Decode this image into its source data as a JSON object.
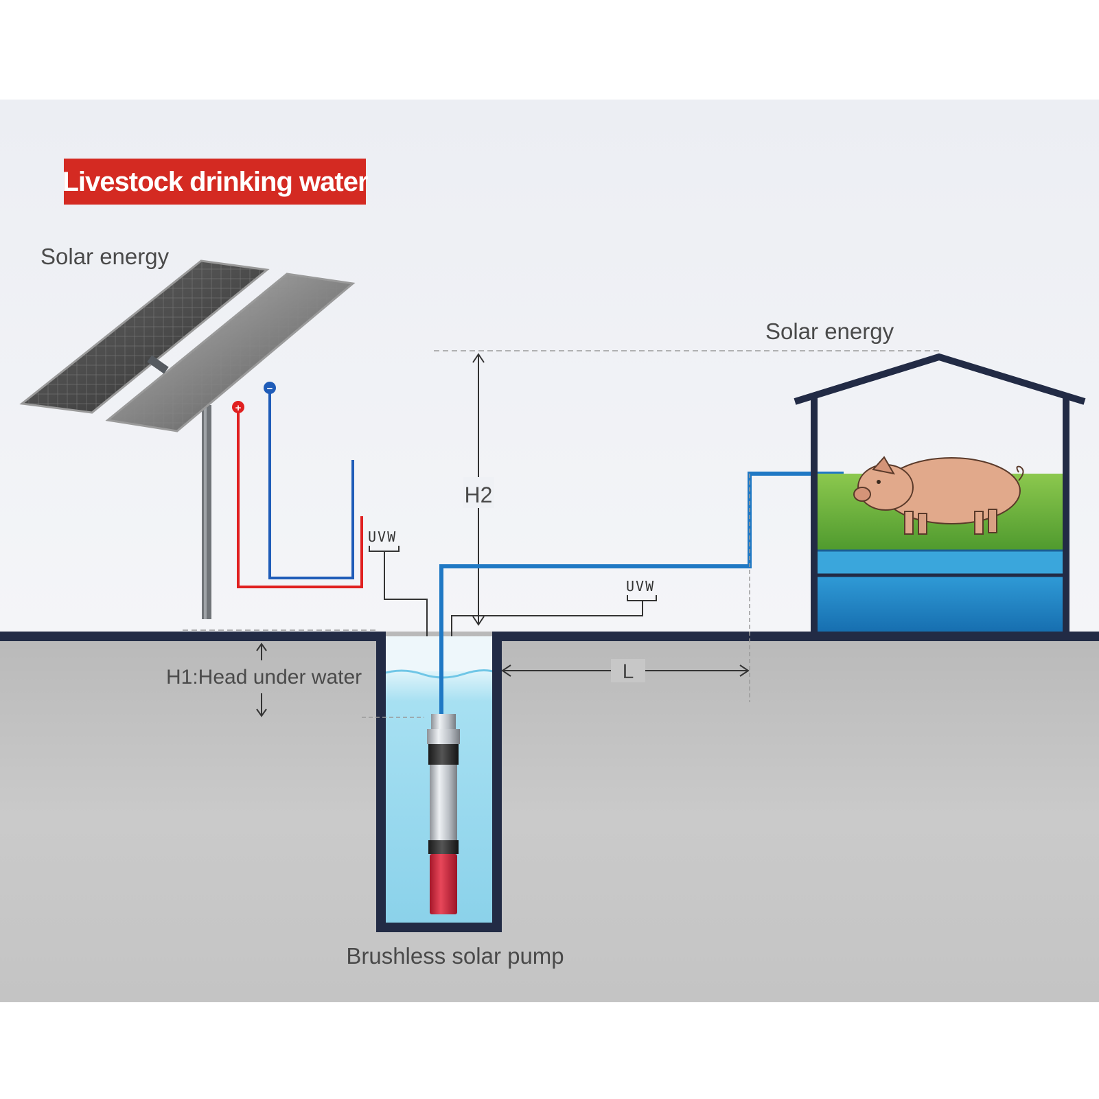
{
  "title": "Livestock drinking water",
  "labels": {
    "solar_energy_left": "Solar energy",
    "solar_energy_right": "Solar energy",
    "h2": "H2",
    "h1": "H1:Head under water",
    "distance": "L",
    "uvw_left": "UVW",
    "uvw_right": "UVW",
    "pump": "Brushless solar pump",
    "plus": "+",
    "minus": "−"
  },
  "colors": {
    "title_bg": "#d42a22",
    "outline": "#222b45",
    "water_pipe": "#1f78c4",
    "positive_wire": "#e02020",
    "negative_wire": "#1f5cb8",
    "ground": "#c4c4c4",
    "sky": "#eef0f5",
    "well_water": "#9fdcef",
    "tank_water": "#1d8ccc",
    "grass": "#6fb43c"
  }
}
